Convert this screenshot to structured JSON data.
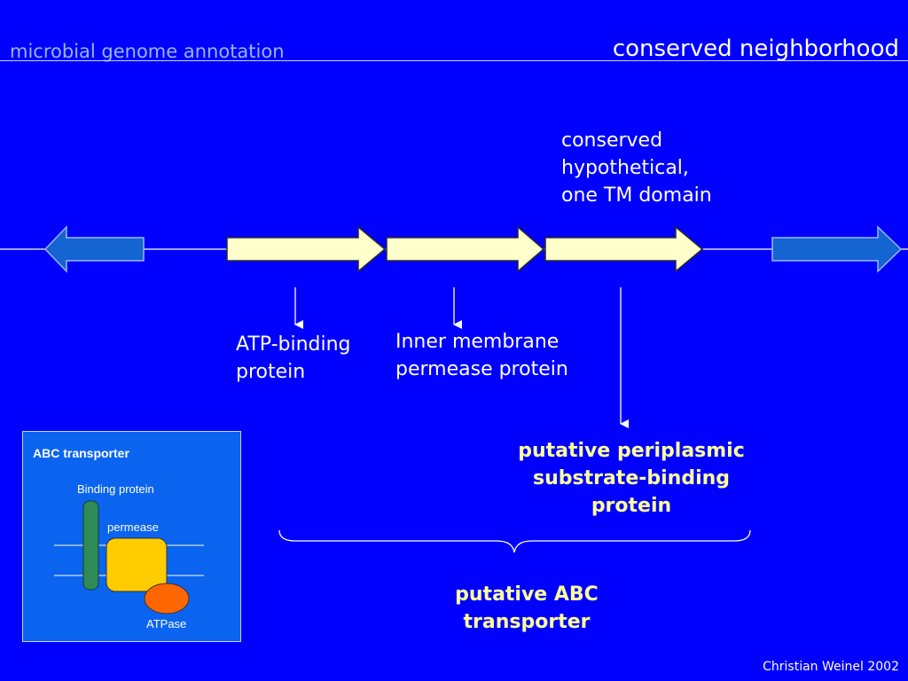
{
  "header": {
    "left_title": "microbial genome annotation",
    "right_title": "conserved neighborhood"
  },
  "labels": {
    "hypothetical": [
      "conserved",
      "hypothetical,",
      "one TM domain"
    ],
    "atp_binding": [
      "ATP-binding",
      "protein"
    ],
    "permease": [
      "Inner membrane",
      "permease protein"
    ],
    "periplasmic": [
      "putative periplasmic",
      "substrate-binding",
      "protein"
    ],
    "abc_transporter": [
      "putative ABC",
      "transporter"
    ]
  },
  "inset": {
    "title": "ABC transporter",
    "binding_protein": "Binding protein",
    "permease": "permease",
    "atpase": "ATPase"
  },
  "footer": "Christian Weinel 2002",
  "colors": {
    "background": "#0000ff",
    "gene_highlight": "#ffffcc",
    "gene_neighbor": "#1464d2",
    "label_yellow": "#ffff99",
    "inset_bg": "#0a64f0",
    "binding_protein": "#2e8b57",
    "permease": "#ffcc00",
    "atpase": "#ff6600"
  }
}
